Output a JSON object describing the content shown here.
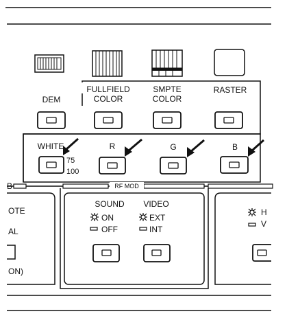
{
  "patterns": {
    "dem": "DEM",
    "fullfield": [
      "FULLFIELD",
      "COLOR"
    ],
    "smpte": [
      "SMPTE",
      "COLOR"
    ],
    "raster": "RASTER"
  },
  "color_guns": {
    "white": "WHITE",
    "white_levels": [
      "75",
      "100"
    ],
    "r": "R",
    "g": "G",
    "b": "B"
  },
  "rf_mod": {
    "title": "RF MOD",
    "sound": "SOUND",
    "video": "VIDEO",
    "sound_on": "ON",
    "sound_off": "OFF",
    "video_ext": "EXT",
    "video_int": "INT"
  },
  "left_panel": {
    "top_fragment": "B",
    "line1": "OTE",
    "line2": "AL",
    "line3": "ON)"
  },
  "right_panel": {
    "fragment1": "H",
    "fragment2": "V"
  },
  "colors": {
    "ink": "#111111",
    "paper": "#ffffff"
  },
  "icons": [
    "pattern-thumbnail-icon",
    "pointer-arrow-icon",
    "led-lamp-icon"
  ]
}
